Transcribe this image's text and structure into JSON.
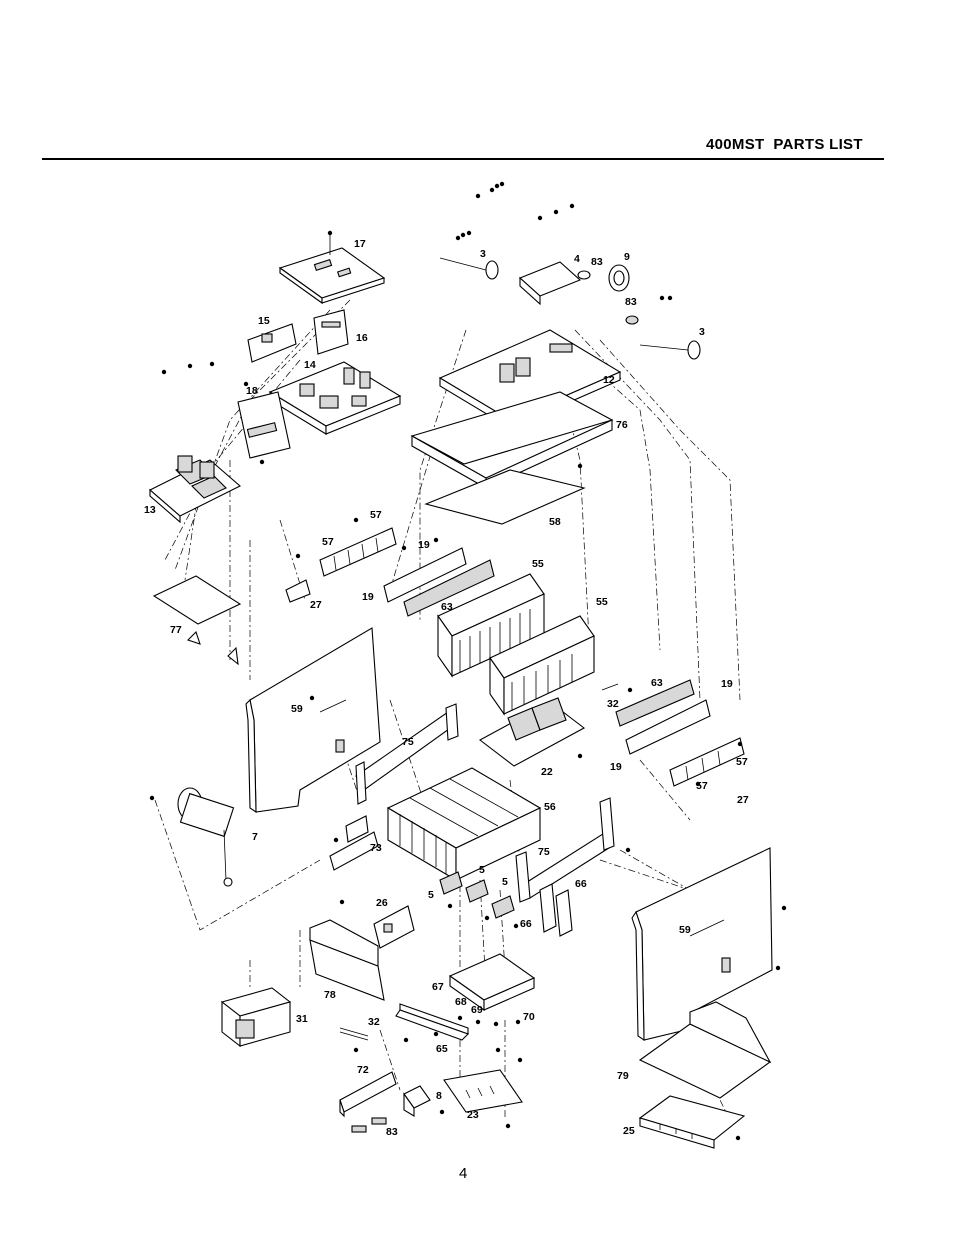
{
  "header": {
    "title": "400MST  PARTS LIST"
  },
  "footer": {
    "page_number": "4"
  },
  "callouts": [
    {
      "id": "c17a",
      "text": "17"
    },
    {
      "id": "c3a",
      "text": "3"
    },
    {
      "id": "c4",
      "text": "4"
    },
    {
      "id": "c83a",
      "text": "83"
    },
    {
      "id": "c9",
      "text": "9"
    },
    {
      "id": "c83b",
      "text": "83"
    },
    {
      "id": "c3b",
      "text": "3"
    },
    {
      "id": "c15",
      "text": "15"
    },
    {
      "id": "c16",
      "text": "16"
    },
    {
      "id": "c14",
      "text": "14"
    },
    {
      "id": "c12",
      "text": "12"
    },
    {
      "id": "c18",
      "text": "18"
    },
    {
      "id": "c76",
      "text": "76"
    },
    {
      "id": "c13",
      "text": "13"
    },
    {
      "id": "c58",
      "text": "58"
    },
    {
      "id": "c57a",
      "text": "57"
    },
    {
      "id": "c57b",
      "text": "57"
    },
    {
      "id": "c19a",
      "text": "19"
    },
    {
      "id": "c55a",
      "text": "55"
    },
    {
      "id": "c19b",
      "text": "19"
    },
    {
      "id": "c63a",
      "text": "63"
    },
    {
      "id": "c27a",
      "text": "27"
    },
    {
      "id": "c55b",
      "text": "55"
    },
    {
      "id": "c77",
      "text": "77"
    },
    {
      "id": "c63b",
      "text": "63"
    },
    {
      "id": "c19c",
      "text": "19"
    },
    {
      "id": "c32a",
      "text": "32"
    },
    {
      "id": "c59a",
      "text": "59"
    },
    {
      "id": "c75a",
      "text": "75"
    },
    {
      "id": "c22",
      "text": "22"
    },
    {
      "id": "c19d",
      "text": "19"
    },
    {
      "id": "c57c",
      "text": "57"
    },
    {
      "id": "c57d",
      "text": "57"
    },
    {
      "id": "c27b",
      "text": "27"
    },
    {
      "id": "c56",
      "text": "56"
    },
    {
      "id": "c7",
      "text": "7"
    },
    {
      "id": "c73",
      "text": "73"
    },
    {
      "id": "c75b",
      "text": "75"
    },
    {
      "id": "c5a",
      "text": "5"
    },
    {
      "id": "c5b",
      "text": "5"
    },
    {
      "id": "c5c",
      "text": "5"
    },
    {
      "id": "c66a",
      "text": "66"
    },
    {
      "id": "c66b",
      "text": "66"
    },
    {
      "id": "c26",
      "text": "26"
    },
    {
      "id": "c59b",
      "text": "59"
    },
    {
      "id": "c78",
      "text": "78"
    },
    {
      "id": "c67",
      "text": "67"
    },
    {
      "id": "c68",
      "text": "68"
    },
    {
      "id": "c69",
      "text": "69"
    },
    {
      "id": "c70",
      "text": "70"
    },
    {
      "id": "c31",
      "text": "31"
    },
    {
      "id": "c32b",
      "text": "32"
    },
    {
      "id": "c65",
      "text": "65"
    },
    {
      "id": "c72",
      "text": "72"
    },
    {
      "id": "c8",
      "text": "8"
    },
    {
      "id": "c23",
      "text": "23"
    },
    {
      "id": "c83c",
      "text": "83"
    },
    {
      "id": "c79",
      "text": "79"
    },
    {
      "id": "c25",
      "text": "25"
    }
  ]
}
